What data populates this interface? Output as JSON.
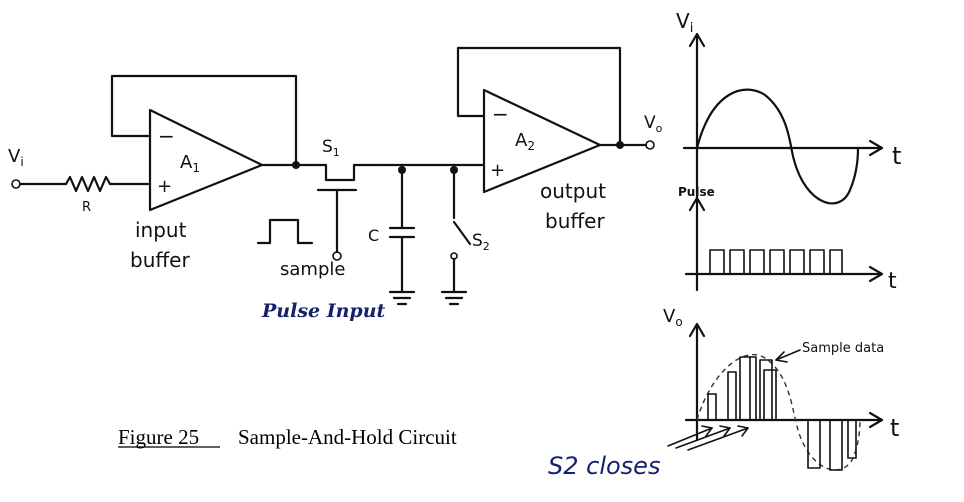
{
  "circuit": {
    "input_label": "V",
    "input_sub": "i",
    "resistor_label": "R",
    "amp1_label": "A",
    "amp1_sub": "1",
    "amp2_label": "A",
    "amp2_sub": "2",
    "minus_sign": "−",
    "plus_sign": "+",
    "switch1_label": "S",
    "switch1_sub": "1",
    "switch2_label": "S",
    "switch2_sub": "2",
    "capacitor_label": "C",
    "output_label": "V",
    "output_sub": "o",
    "input_buffer_line1": "input",
    "input_buffer_line2": "buffer",
    "output_buffer_line1": "output",
    "output_buffer_line2": "buffer",
    "sample_label": "sample",
    "pulse_input_label": "Pulse Input"
  },
  "caption": {
    "figure": "Figure 25",
    "title": "Sample-And-Hold Circuit"
  },
  "waveforms": {
    "vi_axis_label": "V",
    "vi_axis_sub": "i",
    "pulse_axis_label": "Pulse",
    "vo_axis_label": "V",
    "vo_axis_sub": "o",
    "time_label": "t",
    "sample_data_label": "Sample data",
    "s2_closes_label": "S2 closes"
  }
}
